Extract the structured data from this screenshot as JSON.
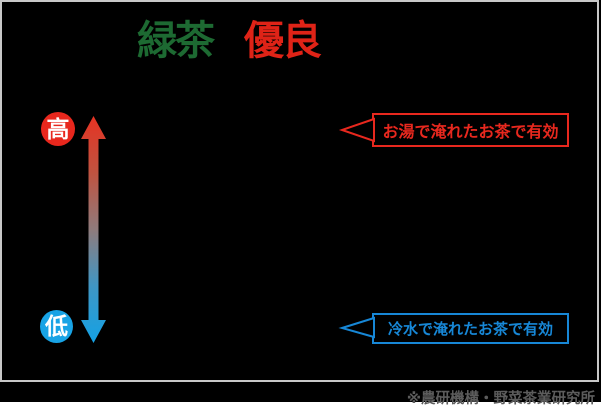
{
  "title": {
    "part_green": "緑茶",
    "part_red": "優良"
  },
  "scale": {
    "high_label": "高",
    "low_label": "低"
  },
  "callouts": {
    "hot": {
      "label": "お湯で淹れたお茶で有効"
    },
    "cold": {
      "label": "冷水で淹れたお茶で有効"
    }
  },
  "footer": {
    "source": "※農研機構・野菜茶業研究所"
  },
  "colors": {
    "background": "#000000",
    "frame_border": "#c8c8c8",
    "title_green": "#1d6a32",
    "title_red": "#df2317",
    "high_badge": "#e8271d",
    "low_badge": "#18a3e5",
    "hot_callout": "#e8281e",
    "cold_callout": "#1787d6",
    "arrow_top": "#e63323",
    "arrow_middle": "#8f7b7c",
    "arrow_bottom": "#14a2e5",
    "source_text": "#5c5c5c",
    "bottom_strip": "#ffffff"
  }
}
